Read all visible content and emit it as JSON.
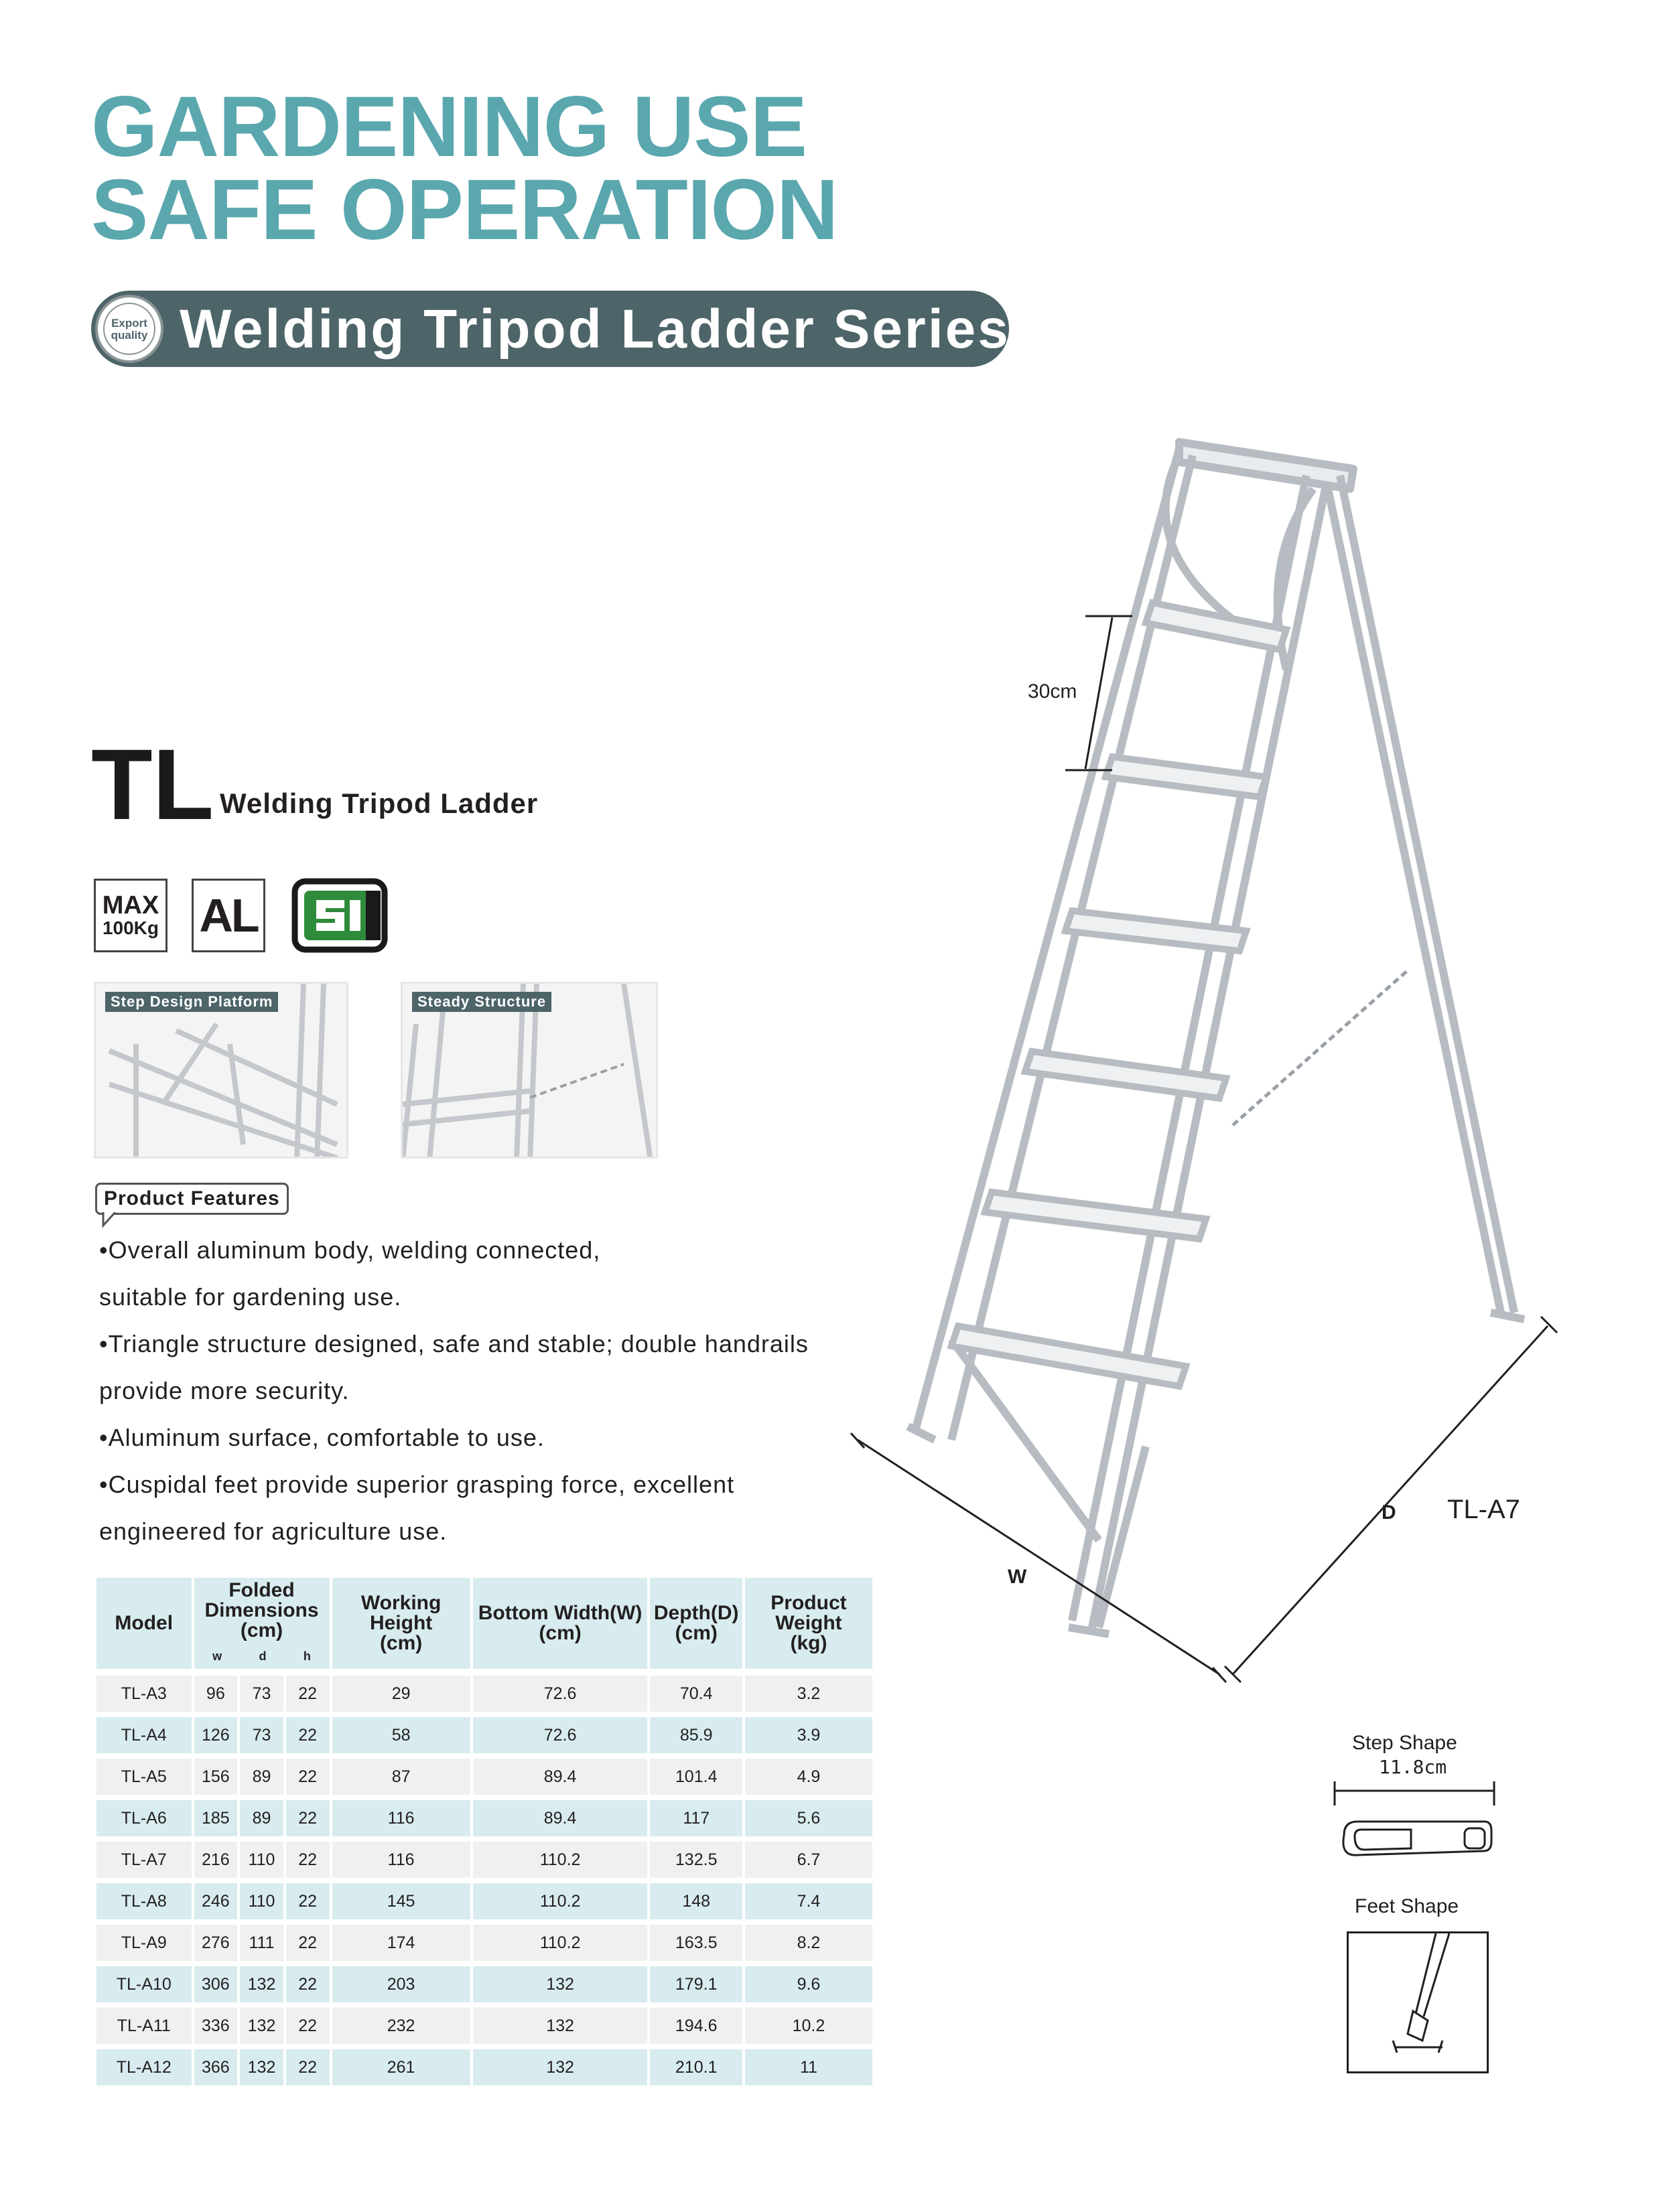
{
  "header": {
    "line1": "GARDENING USE",
    "line2": "SAFE OPERATION"
  },
  "series": {
    "badge_line1": "Export",
    "badge_line2": "quality",
    "title": "Welding Tripod Ladder Series"
  },
  "product": {
    "code": "TL",
    "name": "Welding Tripod Ladder"
  },
  "badges": {
    "max_line1": "MAX",
    "max_line2": "100Kg",
    "material": "AL"
  },
  "photos": {
    "left_label": "Step Design Platform",
    "right_label": "Steady Structure"
  },
  "features": {
    "title": "Product Features",
    "lines": [
      "•Overall aluminum body, welding connected,",
      "  suitable for gardening use.",
      "•Triangle structure designed, safe and stable; double handrails",
      "   provide more security.",
      "•Aluminum surface, comfortable to use.",
      "•Cuspidal feet provide superior grasping force, excellent",
      "  engineered for agriculture use."
    ]
  },
  "table": {
    "headers": {
      "model": "Model",
      "folded": "Folded Dimensions (cm)",
      "folded_sub": [
        "w",
        "d",
        "h"
      ],
      "working_height": "Working Height (cm)",
      "bottom_width": "Bottom Width(W) (cm)",
      "depth": "Depth(D) (cm)",
      "weight": "Product Weight (kg)"
    },
    "rows": [
      [
        "TL-A3",
        "96",
        "73",
        "22",
        "29",
        "72.6",
        "70.4",
        "3.2"
      ],
      [
        "TL-A4",
        "126",
        "73",
        "22",
        "58",
        "72.6",
        "85.9",
        "3.9"
      ],
      [
        "TL-A5",
        "156",
        "89",
        "22",
        "87",
        "89.4",
        "101.4",
        "4.9"
      ],
      [
        "TL-A6",
        "185",
        "89",
        "22",
        "116",
        "89.4",
        "117",
        "5.6"
      ],
      [
        "TL-A7",
        "216",
        "110",
        "22",
        "116",
        "110.2",
        "132.5",
        "6.7"
      ],
      [
        "TL-A8",
        "246",
        "110",
        "22",
        "145",
        "110.2",
        "148",
        "7.4"
      ],
      [
        "TL-A9",
        "276",
        "111",
        "22",
        "174",
        "110.2",
        "163.5",
        "8.2"
      ],
      [
        "TL-A10",
        "306",
        "132",
        "22",
        "203",
        "132",
        "179.1",
        "9.6"
      ],
      [
        "TL-A11",
        "336",
        "132",
        "22",
        "232",
        "132",
        "194.6",
        "10.2"
      ],
      [
        "TL-A12",
        "366",
        "132",
        "22",
        "261",
        "132",
        "210.1",
        "11"
      ]
    ]
  },
  "diagram": {
    "step_spacing": "30cm",
    "width_label": "W",
    "depth_label": "D",
    "model_label": "TL-A7"
  },
  "details": {
    "step_shape_title": "Step Shape",
    "step_shape_size": "11.8cm",
    "feet_shape_title": "Feet Shape"
  },
  "colors": {
    "headline": "#5aa7ae",
    "series_bar": "#4d6468",
    "table_tint": "#d8ecef",
    "table_gray": "#f0f0f0",
    "si_green": "#2e8b3a"
  }
}
